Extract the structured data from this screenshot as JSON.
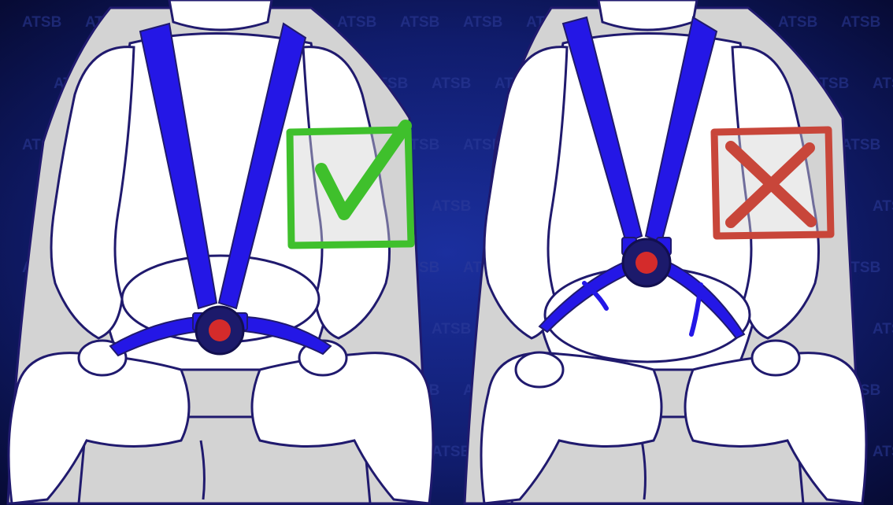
{
  "watermark": {
    "text": "ATSB"
  },
  "panels": [
    {
      "id": "left",
      "verdict": "correct",
      "mark_icon": "check-mark-icon",
      "mark_color": "#3fc02c"
    },
    {
      "id": "right",
      "verdict": "incorrect",
      "mark_icon": "cross-mark-icon",
      "mark_color": "#c8463a"
    }
  ],
  "colors": {
    "background": "#0b1040",
    "harness": "#2417e6",
    "buckle": "#1c1a6b",
    "buckle_center": "#d42b2b",
    "seat": "#d3d3d3",
    "figure": "#ffffff",
    "outline": "#201a6e"
  }
}
